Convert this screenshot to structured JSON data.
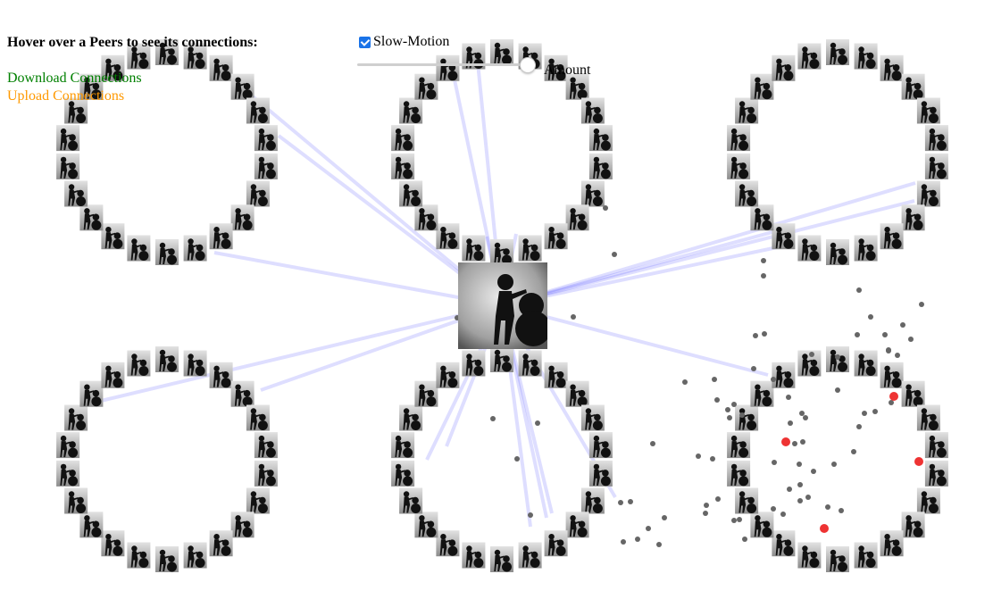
{
  "header": {
    "title": "Hover over a Peers to see its connections:",
    "legend_download": "Download Connections",
    "legend_upload": "Upload Connections"
  },
  "controls": {
    "slow_motion_label": "Slow-Motion",
    "slow_motion_checked": true,
    "amount_label": "Amount",
    "amount_fraction": 0.95
  },
  "colors": {
    "download": "#008000",
    "upload": "#ff9900",
    "connection_line": "#0000ff",
    "checkbox": "#1a73e8",
    "particle": "#666666",
    "active_particle": "#ee3333"
  },
  "scene": {
    "ring_count": 6,
    "thumbs_per_ring": 22,
    "thumb_icon": "person-with-snowman-icon",
    "center_icon": "person-with-snowman-icon"
  }
}
